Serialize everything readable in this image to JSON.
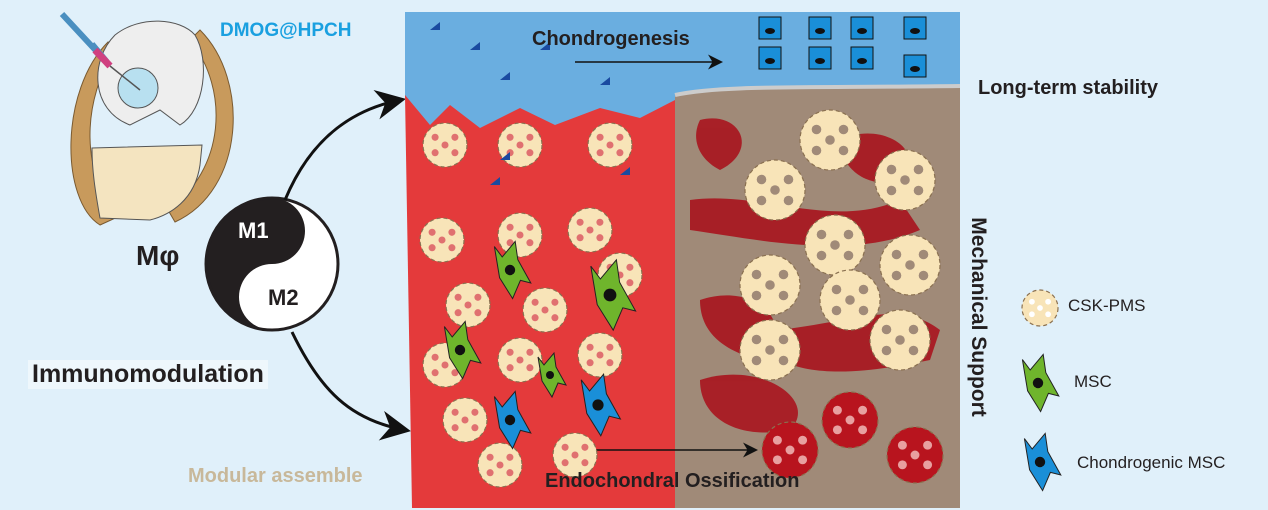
{
  "labels": {
    "hydrogel": "DMOG@HPCH",
    "chondrogenesis": "Chondrogenesis",
    "long_term_stability": "Long-term stability",
    "mechanical_support": "Mechanical Support",
    "macrophage": "Mφ",
    "m1": "M1",
    "m2": "M2",
    "immunomodulation": "Immunomodulation",
    "modular_assemble": "Modular assemble",
    "endochondral_ossification": "Endochondral Ossification"
  },
  "legend": [
    {
      "label": "CSK-PMS",
      "icon": "microsphere-icon"
    },
    {
      "label": "MSC",
      "icon": "msc-cell-icon"
    },
    {
      "label": "Chondrogenic MSC",
      "icon": "chondrogenic-msc-icon"
    }
  ],
  "colors": {
    "background": "#e0f0fa",
    "hydrogel_blue": "#6aaee0",
    "tissue_red": "#e43a3b",
    "bone_brown": "#a08a78",
    "microsphere": "#f8e4b8",
    "msc_green": "#6fb52c",
    "chondro_blue": "#1a8fd8",
    "hydrogel_text": "#1aa0e0",
    "modular_text": "#c8b89a"
  }
}
